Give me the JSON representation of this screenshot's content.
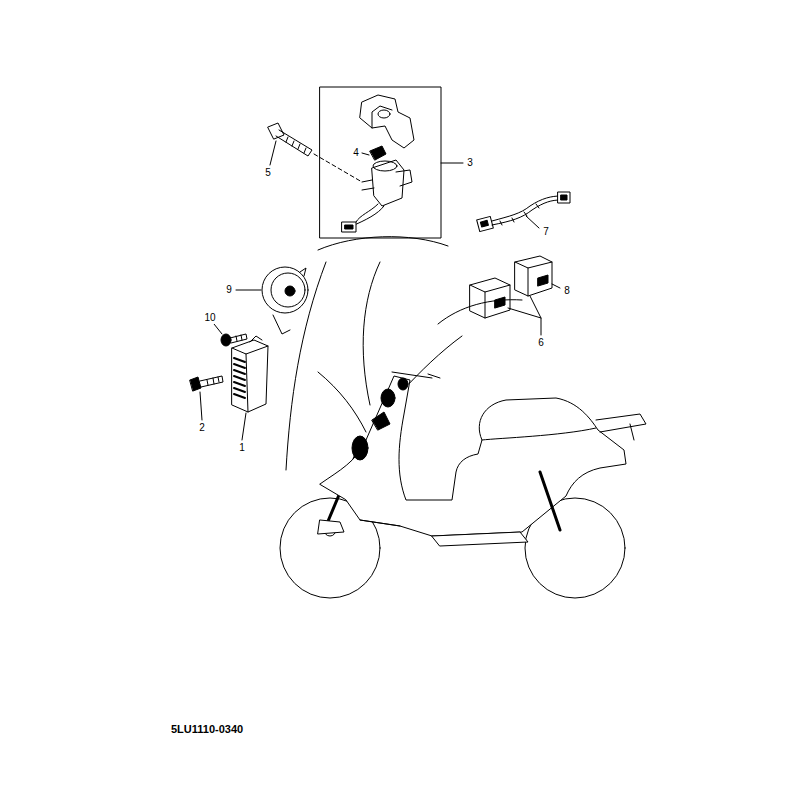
{
  "diagram": {
    "labels": [
      "4",
      "3",
      "5",
      "7",
      "8",
      "9",
      "6",
      "10",
      "2",
      "1",
      "5LU1110-0340"
    ]
  }
}
